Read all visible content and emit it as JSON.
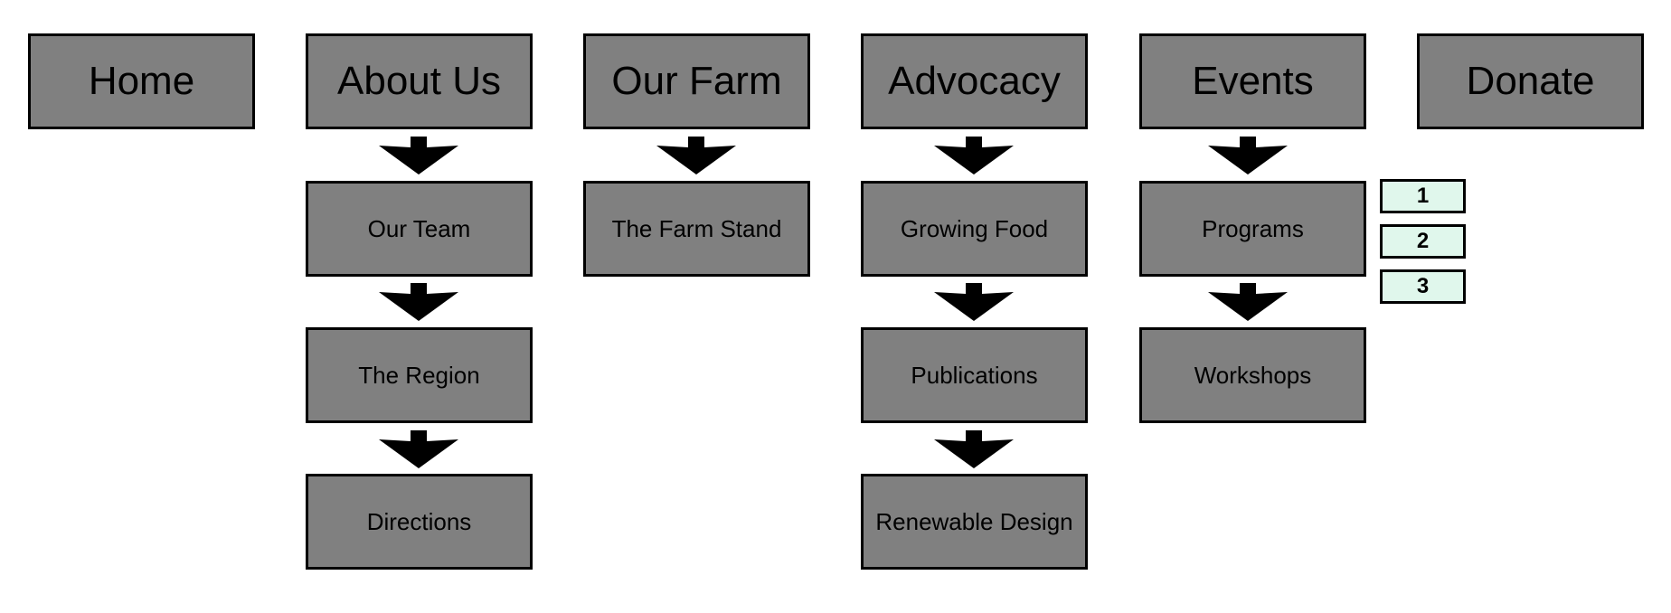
{
  "top_nav": [
    "Home",
    "About Us",
    "Our Farm",
    "Advocacy",
    "Events",
    "Donate"
  ],
  "about_us_children": [
    "Our Team",
    "The Region",
    "Directions"
  ],
  "our_farm_children": [
    "The Farm Stand"
  ],
  "advocacy_children": [
    "Growing Food",
    "Publications",
    "Renewable Design"
  ],
  "events_children": [
    "Programs",
    "Workshops"
  ],
  "program_pages": [
    "1",
    "2",
    "3"
  ],
  "colors": {
    "box_fill": "#808080",
    "border": "#000000",
    "page_box_fill": "#e0f7ec"
  }
}
